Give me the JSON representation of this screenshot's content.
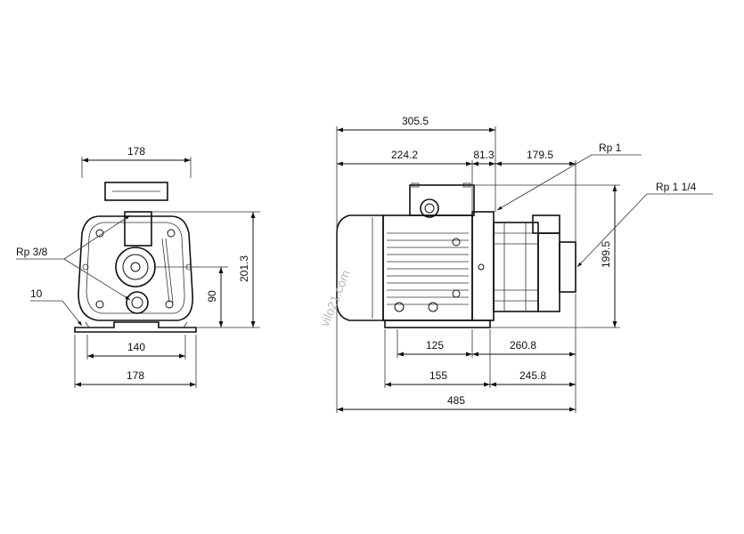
{
  "front_view": {
    "dim_top_width": "178",
    "dim_base_inner": "140",
    "dim_base_outer": "178",
    "dim_total_height": "201.3",
    "dim_shaft_height": "90",
    "label_drain": "Rp 3/8",
    "label_foot": "10"
  },
  "side_view": {
    "dim_motor_top": "305.5",
    "dim_motor_len": "224.2",
    "dim_bracket": "81.3",
    "dim_pump_len": "179.5",
    "dim_height": "199.5",
    "dim_foot_spacing": "125",
    "dim_foot_to_end_a": "260.8",
    "dim_foot_outer": "155",
    "dim_foot_to_end_b": "245.8",
    "dim_overall": "485",
    "label_outlet": "Rp 1",
    "label_inlet": "Rp 1 1/4"
  },
  "watermark": "vilo21.com"
}
